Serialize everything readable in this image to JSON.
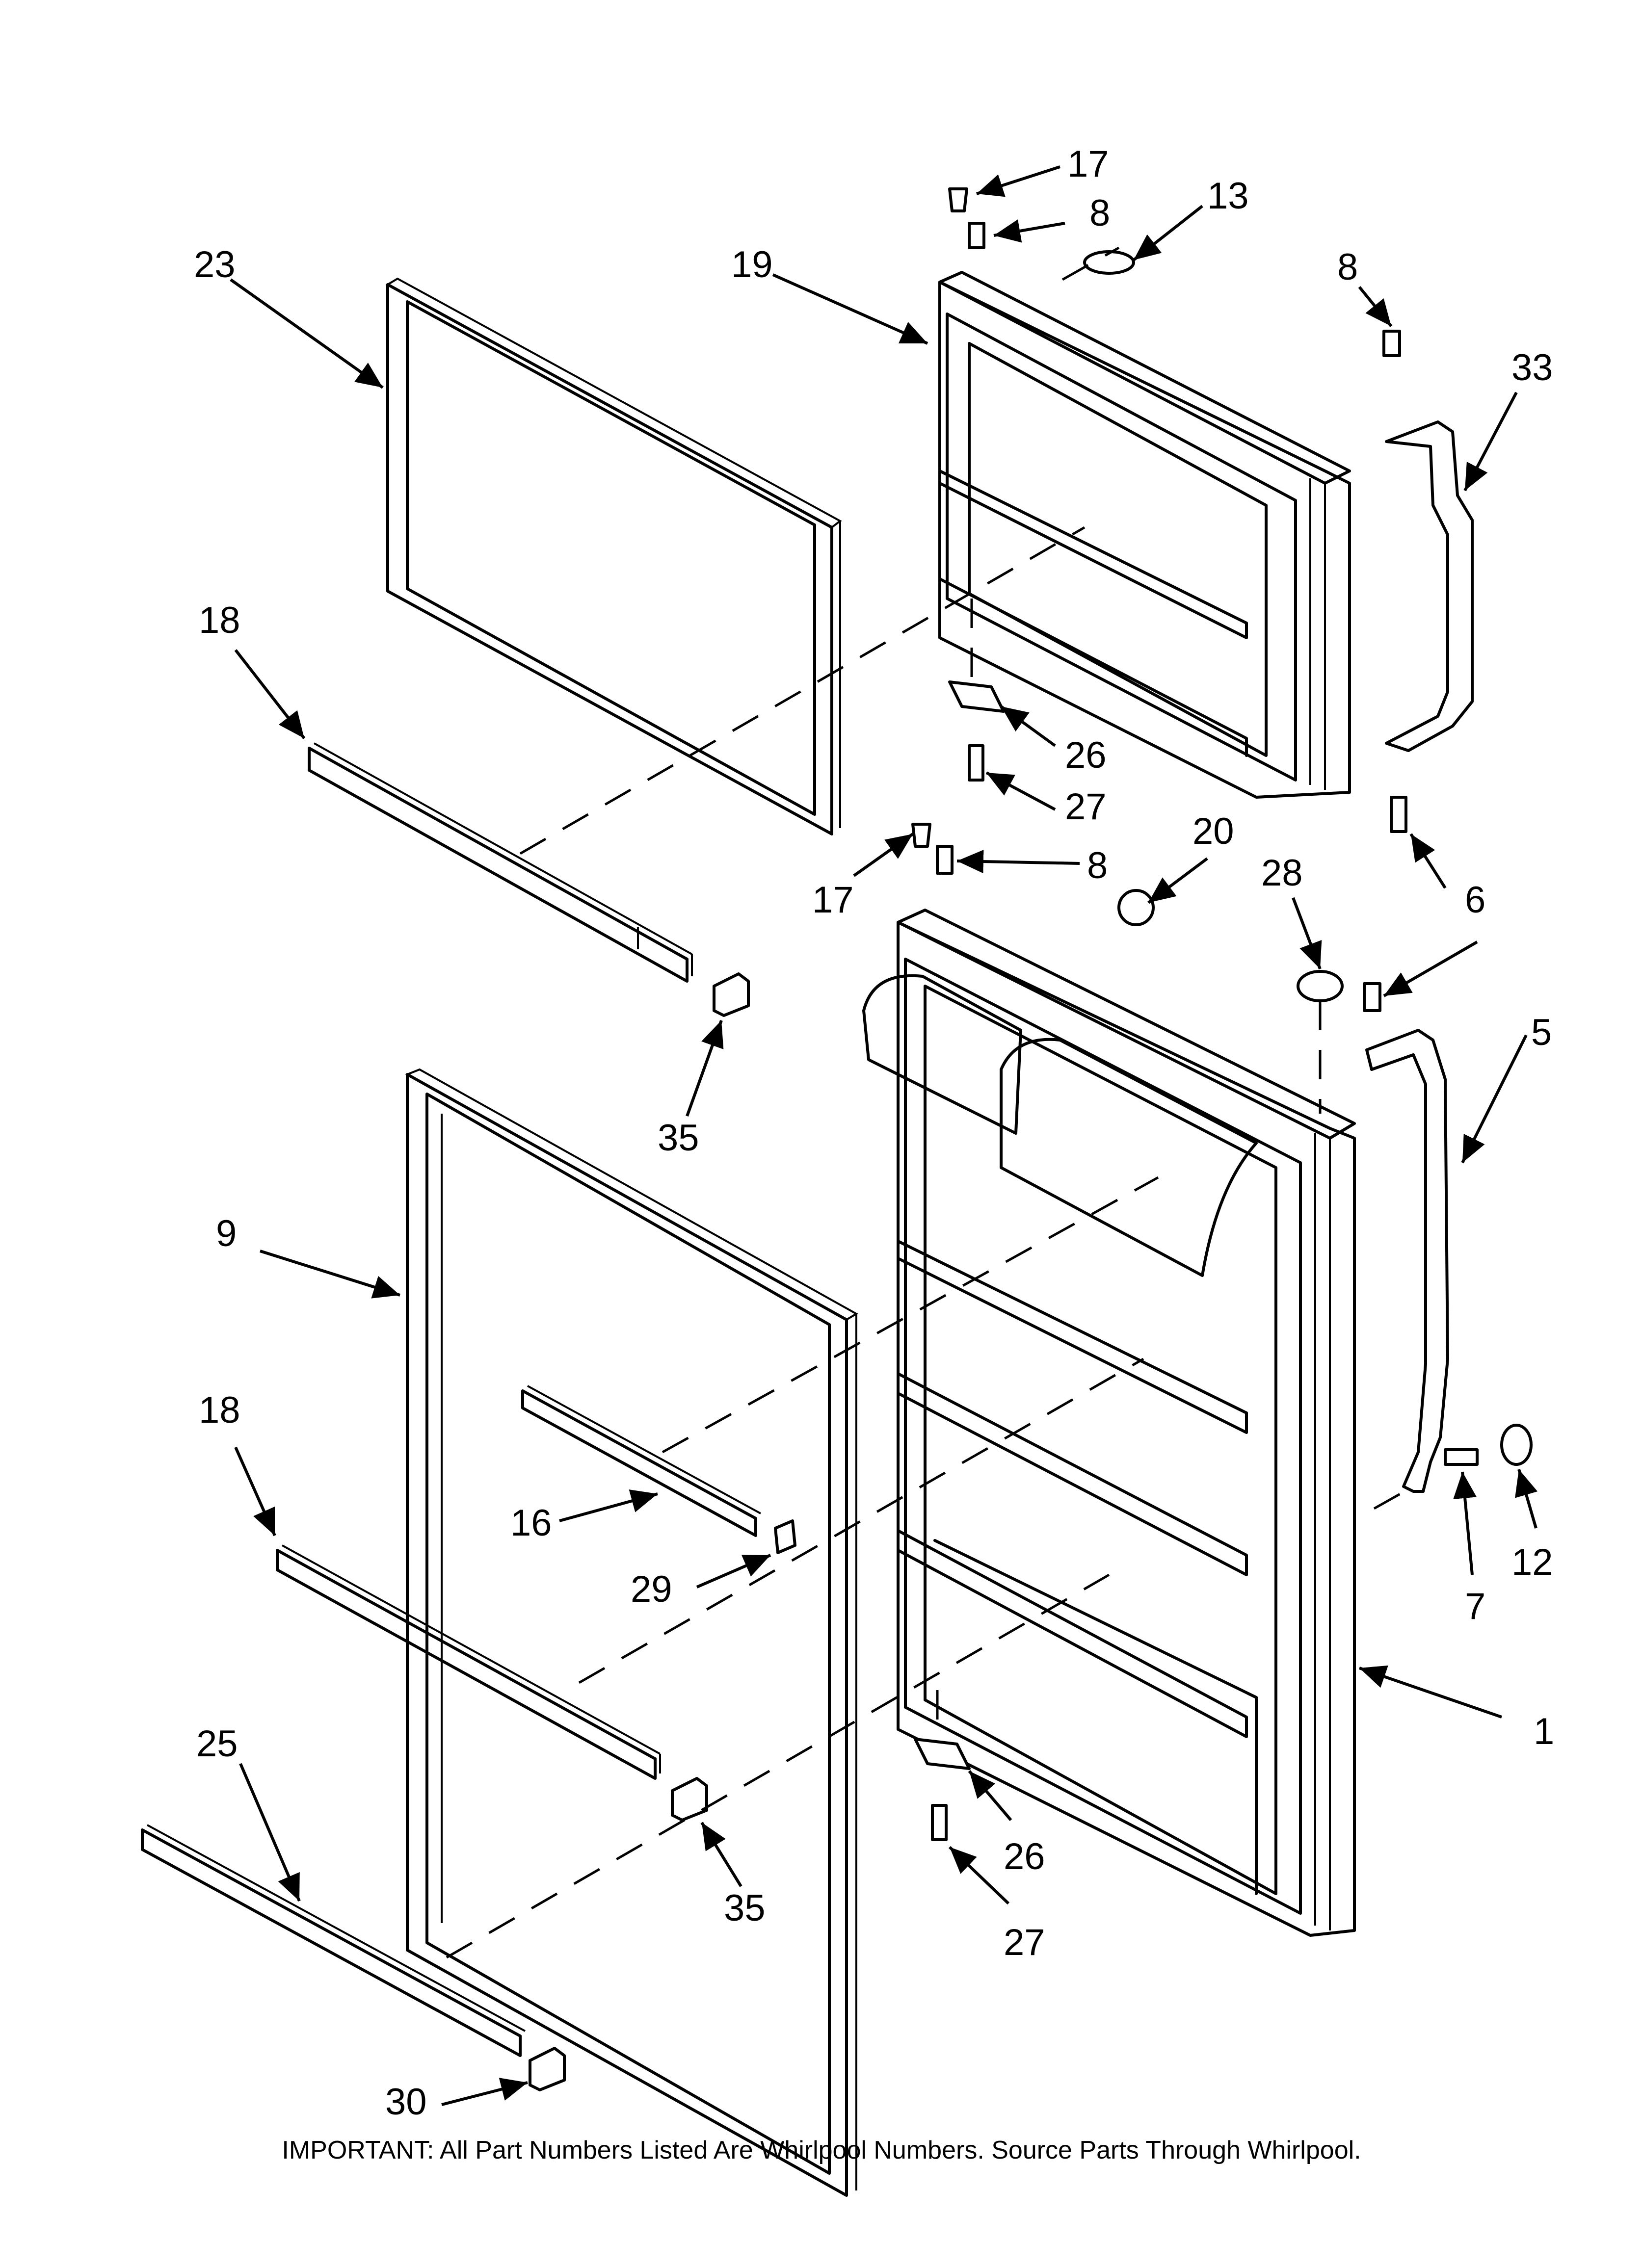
{
  "footer": "IMPORTANT: All Part Numbers Listed Are Whirlpool Numbers. Source Parts Through Whirlpool.",
  "callouts": {
    "c17a": "17",
    "c8a": "8",
    "c13": "13",
    "c23": "23",
    "c19": "19",
    "c8b": "8",
    "c33": "33",
    "c18a": "18",
    "c26a": "26",
    "c27a": "27",
    "c20": "20",
    "c28": "28",
    "c17b": "17",
    "c8c": "8",
    "c6": "6",
    "c35a": "35",
    "c5": "5",
    "c9": "9",
    "c18b": "18",
    "c16": "16",
    "c29": "29",
    "c7": "7",
    "c12": "12",
    "c1": "1",
    "c25": "25",
    "c26b": "26",
    "c35b": "35",
    "c27b": "27",
    "c30": "30"
  }
}
